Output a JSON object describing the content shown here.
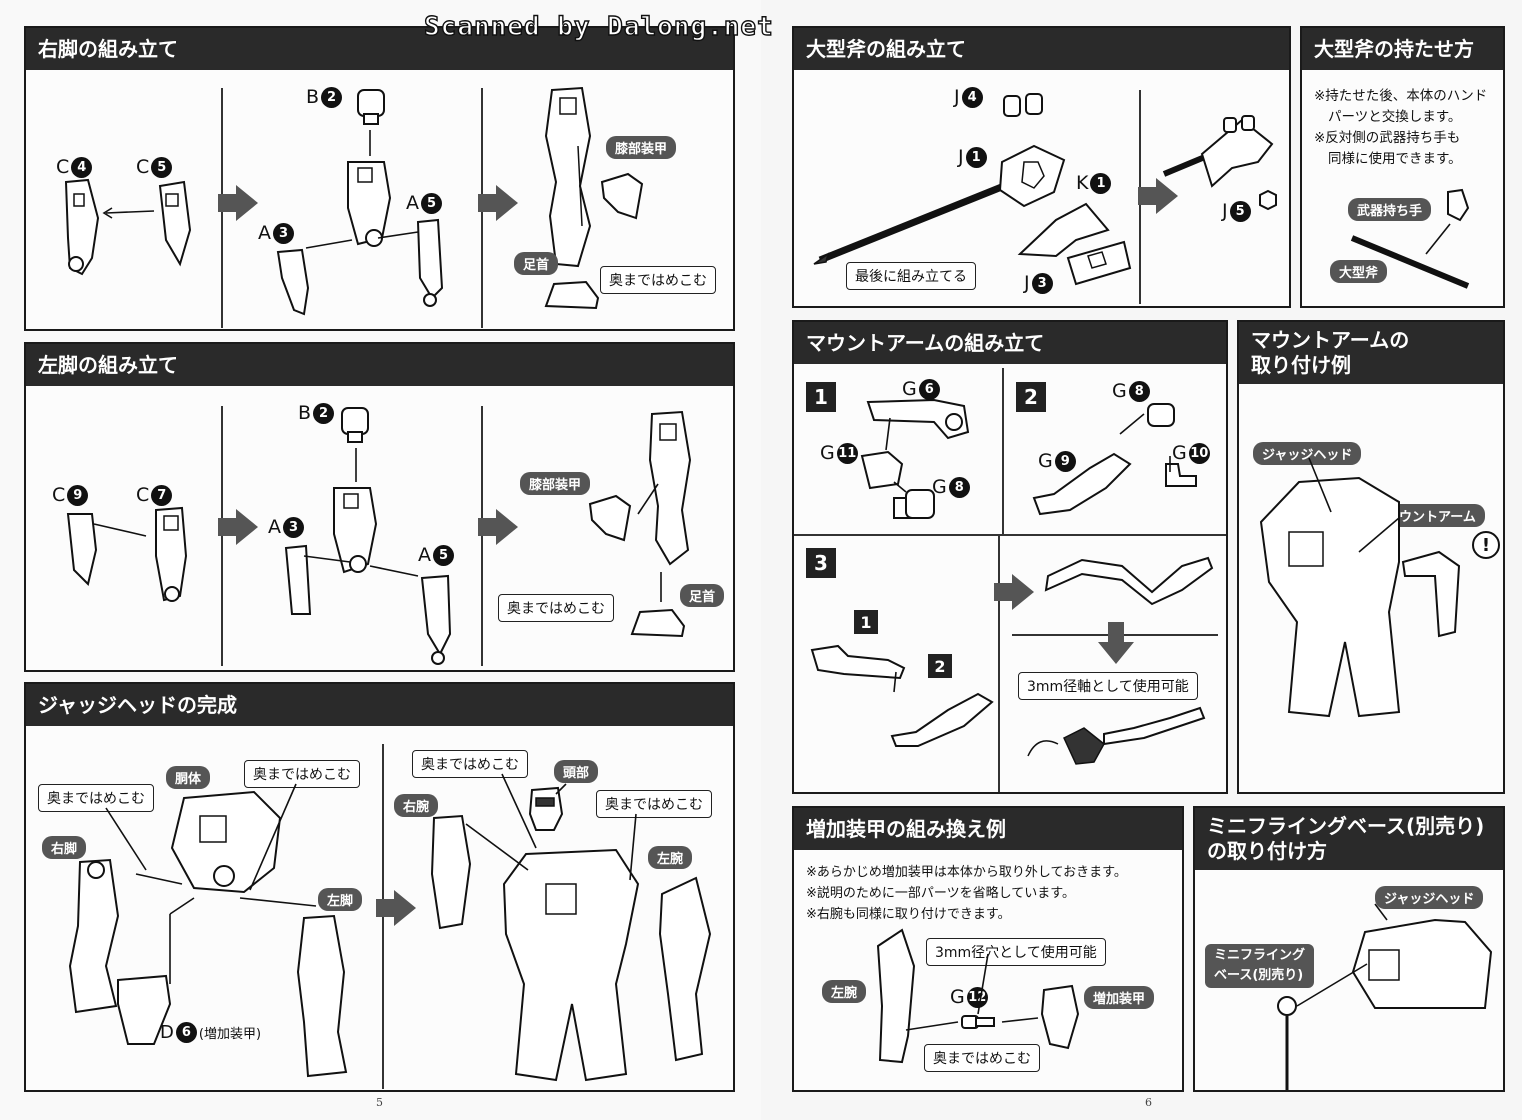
{
  "watermark": "Scanned by Dalong.net",
  "page_numbers": {
    "left": "5",
    "right": "6"
  },
  "right_leg": {
    "title": "右脚の組み立て",
    "parts": {
      "c4": "C",
      "c4n": "4",
      "c5": "C",
      "c5n": "5",
      "b2": "B",
      "b2n": "2",
      "a3": "A",
      "a3n": "3",
      "a5": "A",
      "a5n": "5"
    },
    "knee_armor": "膝部装甲",
    "foot": "足首",
    "push_in": "奥まではめこむ"
  },
  "left_leg": {
    "title": "左脚の組み立て",
    "parts": {
      "c9": "C",
      "c9n": "9",
      "c7": "C",
      "c7n": "7",
      "b2": "B",
      "b2n": "2",
      "a3": "A",
      "a3n": "3",
      "a5": "A",
      "a5n": "5"
    },
    "knee_armor": "膝部装甲",
    "foot": "足首",
    "push_in": "奥まではめこむ"
  },
  "judge_head": {
    "title": "ジャッジヘッドの完成",
    "push_in_1": "奥まではめこむ",
    "push_in_2": "奥まではめこむ",
    "push_in_3": "奥まではめこむ",
    "push_in_4": "奥まではめこむ",
    "torso": "胴体",
    "right_leg": "右脚",
    "left_leg": "左脚",
    "d6": "D",
    "d6n": "6",
    "d6_note": "(増加装甲)",
    "right_arm": "右腕",
    "head": "頭部",
    "left_arm": "左腕"
  },
  "large_axe": {
    "title": "大型斧の組み立て",
    "j4": "J",
    "j4n": "4",
    "j1": "J",
    "j1n": "1",
    "k1": "K",
    "k1n": "1",
    "j3": "J",
    "j3n": "3",
    "j5": "J",
    "j5n": "5",
    "last": "最後に組み立てる"
  },
  "axe_hold": {
    "title": "大型斧の持たせ方",
    "notes": [
      "※持たせた後、本体のハンド",
      "パーツと交換します。",
      "※反対側の武器持ち手も",
      "同様に使用できます。"
    ],
    "weapon_hand": "武器持ち手",
    "large_axe": "大型斧"
  },
  "mount_arm": {
    "title": "マウントアームの組み立て",
    "step1": "1",
    "step2": "2",
    "step3": "3",
    "g6": "G",
    "g6n": "6",
    "g11": "G",
    "g11n": "11",
    "g8a": "G",
    "g8an": "8",
    "g8b": "G",
    "g8bn": "8",
    "g9": "G",
    "g9n": "9",
    "g10": "G",
    "g10n": "10",
    "sub1": "1",
    "sub2": "2",
    "shaft_note": "3mm径軸として使用可能"
  },
  "mount_example": {
    "title_1": "マウントアームの",
    "title_2": "取り付け例",
    "judge_head": "ジャッジヘッド",
    "mount_arm": "マウントアーム"
  },
  "armor_swap": {
    "title": "増加装甲の組み換え例",
    "notes": [
      "※あらかじめ増加装甲は本体から取り外しておきます。",
      "※説明のために一部パーツを省略しています。",
      "※右腕も同様に取り付けできます。"
    ],
    "hole_note": "3mm径穴として使用可能",
    "left_arm": "左腕",
    "g12": "G",
    "g12n": "12",
    "extra_armor": "増加装甲",
    "push_in": "奥まではめこむ"
  },
  "flying_base": {
    "title_1": "ミニフライングベース(別売り)",
    "title_2": "の取り付け方",
    "judge_head": "ジャッジヘッド",
    "base_1": "ミニフライング",
    "base_2": "ベース(別売り)"
  }
}
